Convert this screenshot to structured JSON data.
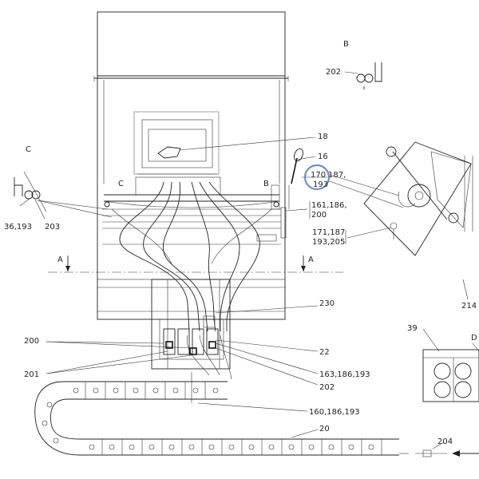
{
  "callouts": {
    "c18": "18",
    "c16": "16",
    "c170": "170",
    "c187": "187,",
    "c193": "193",
    "c161": "161,186,",
    "c200r": "200",
    "c171": "171,187",
    "c193_205": "193,205",
    "c230": "230",
    "c200": "200",
    "c22": "22",
    "c201": "201",
    "c163": "163,186,193",
    "c202": "202",
    "c160": "160,186,193",
    "c20": "20",
    "c204": "204",
    "c202b": "202",
    "c36": "36,193",
    "c203": "203",
    "c39": "39",
    "c214": "214",
    "cD": "D"
  },
  "views": {
    "B_top": "B",
    "C_left": "C",
    "C_frame": "C",
    "B_frame": "B",
    "A_left": "A",
    "A_right": "A"
  },
  "colors": {
    "highlight": "#6c8fd0"
  }
}
